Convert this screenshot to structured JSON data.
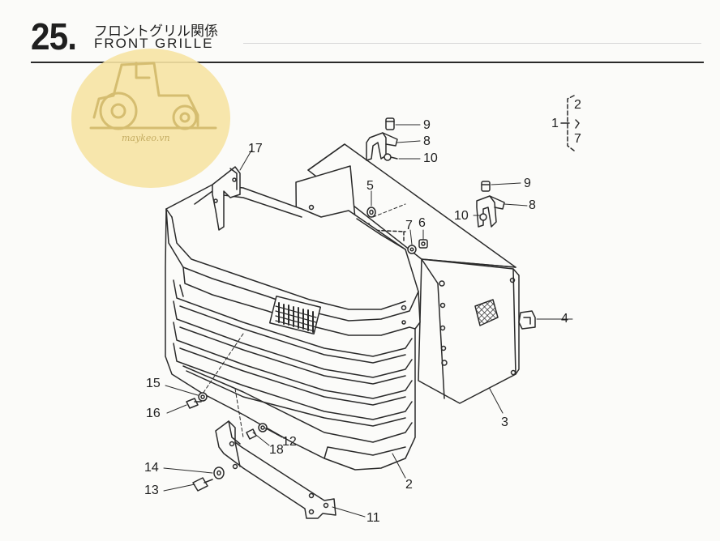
{
  "header": {
    "section_number": "25",
    "section_dot": ".",
    "title_jp": "フロントグリル関係",
    "title_en": "FRONT GRILLE"
  },
  "watermark": {
    "text": "maykeo.vn",
    "icon": "tractor-icon"
  },
  "callouts": [
    {
      "id": "c17",
      "label": "17"
    },
    {
      "id": "c9a",
      "label": "9"
    },
    {
      "id": "c8a",
      "label": "8"
    },
    {
      "id": "c10a",
      "label": "10"
    },
    {
      "id": "c5",
      "label": "5"
    },
    {
      "id": "c7",
      "label": "7"
    },
    {
      "id": "c6",
      "label": "6"
    },
    {
      "id": "c9b",
      "label": "9"
    },
    {
      "id": "c10b",
      "label": "10"
    },
    {
      "id": "c8b",
      "label": "8"
    },
    {
      "id": "c4",
      "label": "4"
    },
    {
      "id": "c3",
      "label": "3"
    },
    {
      "id": "c15",
      "label": "15"
    },
    {
      "id": "c16",
      "label": "16"
    },
    {
      "id": "c12",
      "label": "12"
    },
    {
      "id": "c18",
      "label": "18"
    },
    {
      "id": "c14",
      "label": "14"
    },
    {
      "id": "c13",
      "label": "13"
    },
    {
      "id": "c2",
      "label": "2"
    },
    {
      "id": "c11",
      "label": "11"
    }
  ],
  "assembly_group": {
    "parent": "1",
    "children": [
      "2",
      "7"
    ]
  }
}
